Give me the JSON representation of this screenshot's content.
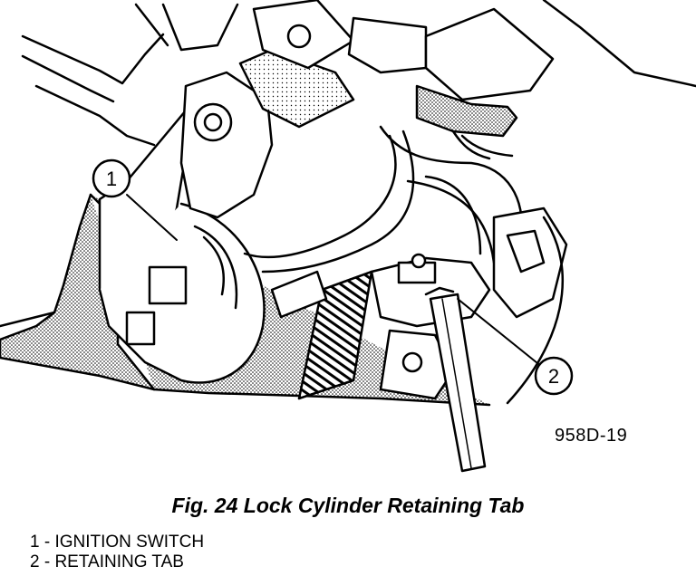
{
  "figure": {
    "id": "958D-19",
    "caption": "Fig. 24 Lock Cylinder Retaining Tab"
  },
  "callouts": [
    {
      "number": "1",
      "label": "IGNITION SWITCH"
    },
    {
      "number": "2",
      "label": "RETAINING TAB"
    }
  ],
  "legend": [
    "1 - IGNITION SWITCH",
    "2 - RETAINING TAB"
  ]
}
